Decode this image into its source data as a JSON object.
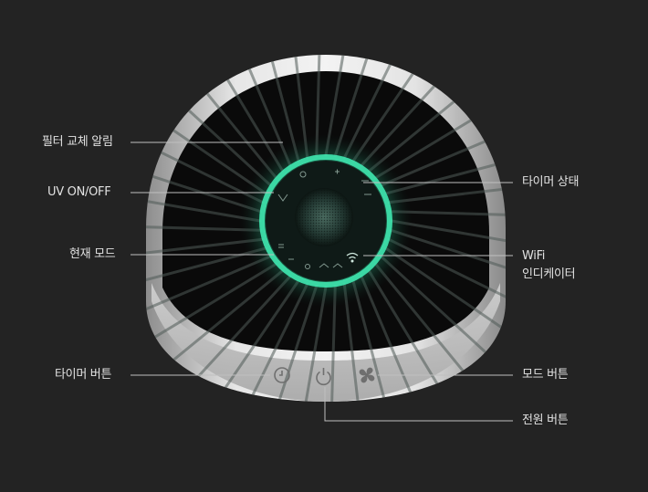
{
  "colors": {
    "background": "#232323",
    "glow": "#3fe8b0",
    "label_text": "#e2e2e2",
    "leader_line": "#bfbfbf"
  },
  "labels": {
    "filter_alarm": "필터 교체 알림",
    "uv_onoff": "UV ON/OFF",
    "current_mode": "현재 모드",
    "timer_button_left": "타이머 버튼",
    "timer_status": "타이머 상태",
    "wifi_line1": "WiFi",
    "wifi_line2": "인디케이터",
    "mode_button": "모드 버튼",
    "power_button": "전원 버튼"
  },
  "icons": {
    "timer_button": "timer-icon",
    "power_button": "power-icon",
    "mode_button": "fan-icon",
    "wifi_indicator": "wifi-icon"
  }
}
